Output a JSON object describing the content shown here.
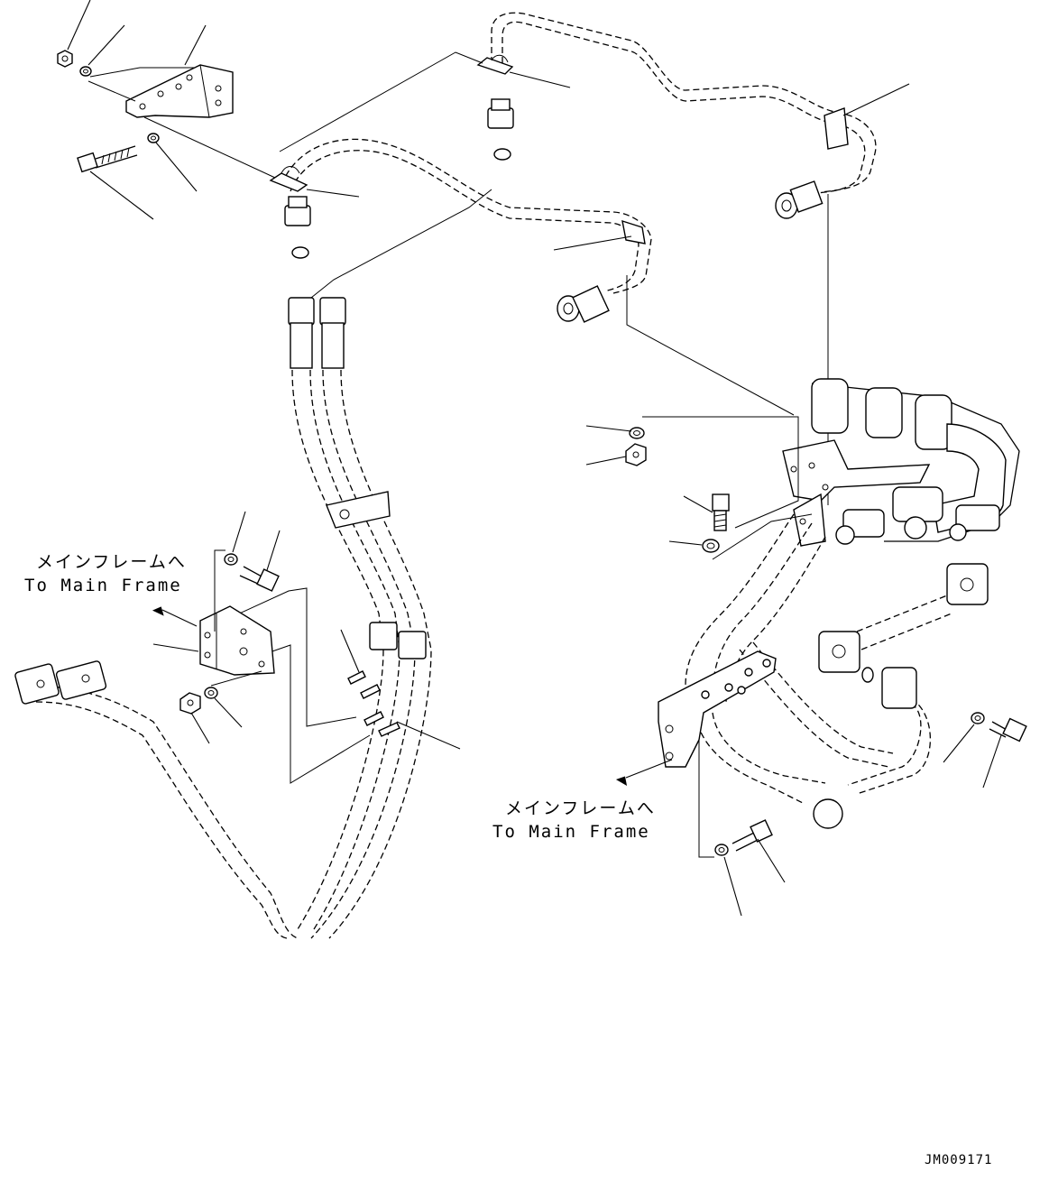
{
  "labels": {
    "left_jp": "メインフレームへ",
    "left_en": "To Main Frame",
    "right_jp": "メインフレームへ",
    "right_en": "To Main Frame"
  },
  "drawing_code": "JM009171"
}
